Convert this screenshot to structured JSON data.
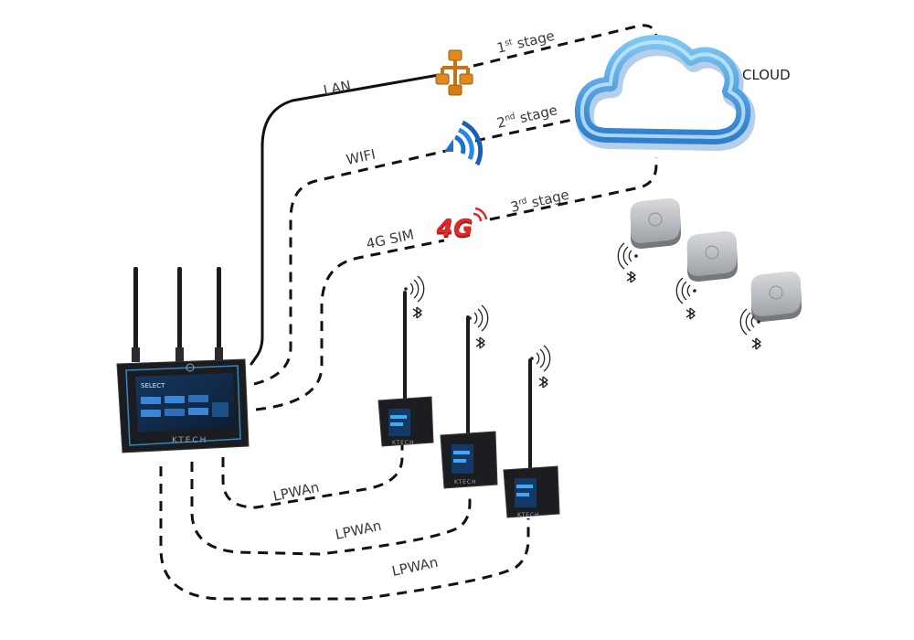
{
  "labels": {
    "lan": "LAN",
    "wifi": "WIFI",
    "sim": "4G SIM",
    "cloud": "CLOUD",
    "stage1": "1",
    "stage1_sup": "st",
    "stage2": "2",
    "stage2_sup": "nd",
    "stage3": "3",
    "stage3_sup": "rd",
    "stage_word": " stage",
    "lpwan": [
      "LPWAn",
      "LPWAn",
      "LPWAn"
    ],
    "badge_4g": "4G"
  },
  "device": {
    "brand": "KTECH",
    "screen_header": "SELECT"
  },
  "node_brand": "KTECH",
  "icons": {
    "lan": "lan-network-icon",
    "wifi": "wifi-icon",
    "sim": "4g-icon",
    "cloud": "cloud-icon",
    "bluetooth": "bluetooth-icon",
    "signal": "signal-waves-icon"
  },
  "colors": {
    "line": "#111111",
    "cloud": "#4fa3e0",
    "lan_icon": "#e08a1e",
    "wifi_icon": "#1f6fd1",
    "sim_icon": "#d42020",
    "device_body": "#1b1c1f",
    "screen": "#0f2a4a"
  }
}
